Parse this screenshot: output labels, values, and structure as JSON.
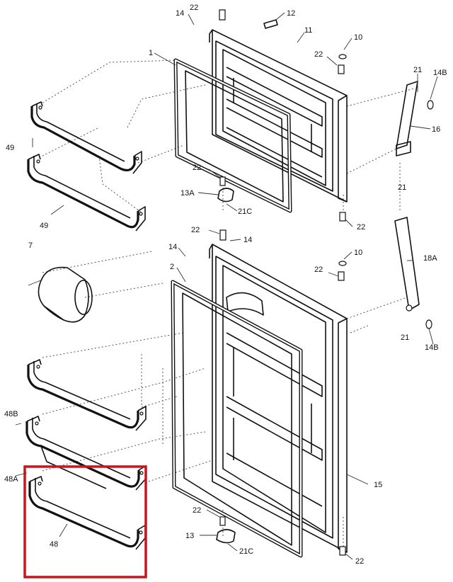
{
  "labels": {
    "l22a": "22",
    "l14a": "14",
    "l12": "12",
    "l11": "11",
    "l1": "1",
    "l10a": "10",
    "l22b": "22",
    "l21a": "21",
    "l14Ba": "14B",
    "l16": "16",
    "l21b": "21",
    "l49a": "49",
    "l49b": "49",
    "l22c": "22",
    "l13A": "13A",
    "l21Ca": "21C",
    "l22d": "22",
    "l22e": "22",
    "l14b": "14",
    "l7": "7",
    "l14c": "14",
    "l2": "2",
    "l10b": "10",
    "l22f": "22",
    "l18A": "18A",
    "l21c": "21",
    "l14Bb": "14B",
    "l48B": "48B",
    "l48A": "48A",
    "l15": "15",
    "l48": "48",
    "l22g": "22",
    "l13": "13",
    "l21Cb": "21C",
    "l22h": "22"
  },
  "highlight": {
    "color": "#c8161d",
    "target": "48"
  }
}
